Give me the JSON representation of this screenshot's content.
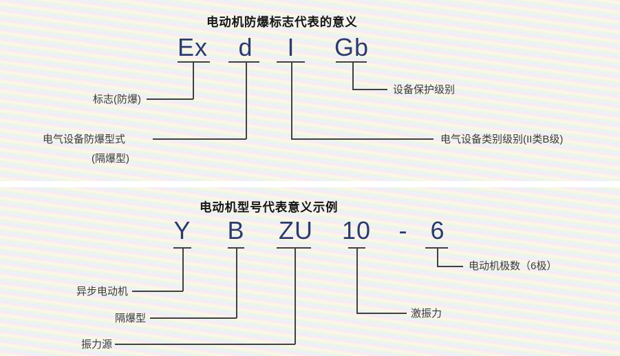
{
  "colors": {
    "letter": "#2d3b69",
    "line": "#404040",
    "label": "#3a3a3a",
    "title": "#151515",
    "divider": "#ffffff",
    "stripe_pink": "#f9e9f2",
    "stripe_cream": "#fbf8e6",
    "stripe_green": "#edf5e6",
    "stripe_blue": "#eaf2f9"
  },
  "sections": [
    {
      "title": "电动机防爆标志代表的意义",
      "symbols": [
        {
          "text": "Ex",
          "label": "标志(防爆)"
        },
        {
          "text": "d",
          "label": "电气设备防爆型式",
          "label2": "(隔爆型)"
        },
        {
          "text": "I",
          "label": "电气设备类别级别(II类B级)"
        },
        {
          "text": "Gb",
          "label": "设备保护级别"
        }
      ]
    },
    {
      "title": "电动机型号代表意义示例",
      "symbols": [
        {
          "text": "Y",
          "label": "异步电动机"
        },
        {
          "text": "B",
          "label": "隔爆型"
        },
        {
          "text": "ZU",
          "label": "振力源"
        },
        {
          "text": "10",
          "label": "激振力"
        },
        {
          "text": "-",
          "label": ""
        },
        {
          "text": "6",
          "label": "电动机极数（6极）"
        }
      ]
    }
  ]
}
